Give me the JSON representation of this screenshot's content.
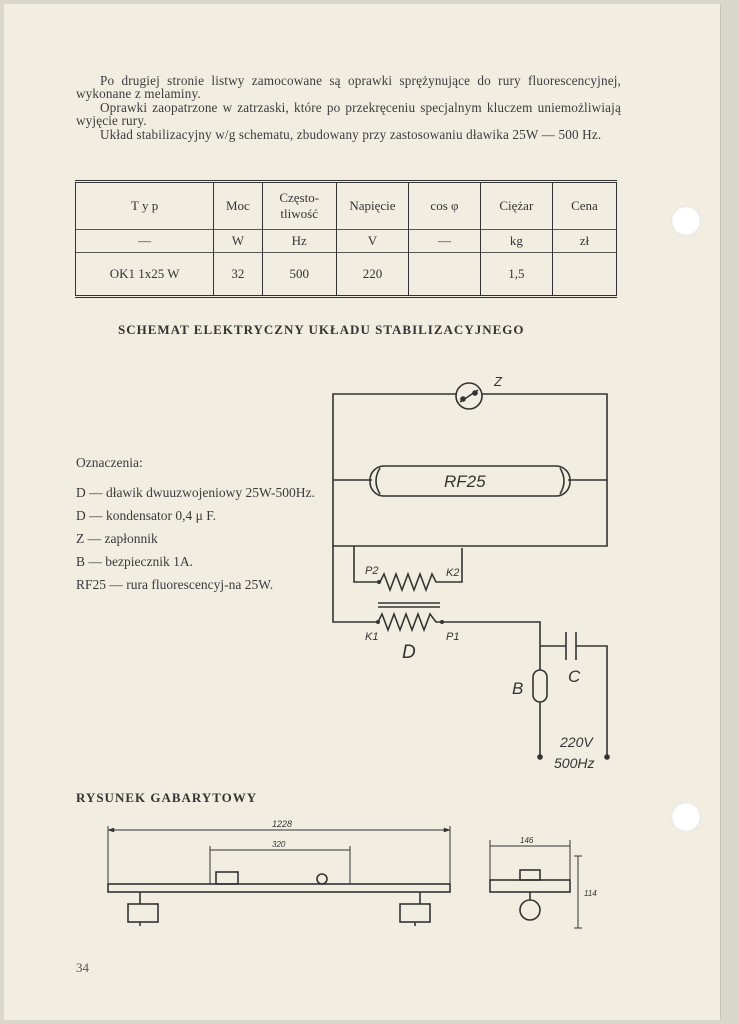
{
  "intro_lines": [
    "Po drugiej stronie listwy zamocowane są oprawki sprężynujące do rury fluorescencyjnej, wykonane z melaminy.",
    "Oprawki zaopatrzone w zatrzaski, które po przekręceniu specjalnym kluczem uniemożliwiają wyjęcie rury.",
    "Układ stabilizacyjny w/g schematu, zbudowany przy zastosowaniu dławika 25W — 500 Hz."
  ],
  "table": {
    "headers": [
      "T y p",
      "Moc",
      "Często-\ntliwość",
      "Napięcie",
      "cos φ",
      "Ciężar",
      "Cena"
    ],
    "units": [
      "—",
      "W",
      "Hz",
      "V",
      "—",
      "kg",
      "zł"
    ],
    "rows": [
      [
        "OK1 1x25 W",
        "32",
        "500",
        "220",
        "",
        "1,5",
        ""
      ]
    ]
  },
  "schematic_title": "SCHEMAT ELEKTRYCZNY UKŁADU STABILIZACYJNEGO",
  "legend": {
    "heading": "Oznaczenia:",
    "items": [
      "D — dławik dwuuzwojeniowy 25W-500Hz.",
      "D — kondensator 0,4 μ F.",
      "Z — zapłonnik",
      "B — bezpiecznik 1A.",
      "RF25 — rura fluorescencyj-na 25W."
    ]
  },
  "diagram_labels": {
    "starter": "Z",
    "tube": "RF25",
    "p2": "P2",
    "k2": "K2",
    "k1": "K1",
    "p1": "P1",
    "choke": "D",
    "capacitor": "C",
    "fuse": "B",
    "supply_voltage": "220V",
    "supply_freq": "500Hz"
  },
  "dimensions_title": "RYSUNEK GABARYTOWY",
  "dimensions": {
    "total_length": "1228",
    "inner_length": "320",
    "width": "146",
    "height": "114"
  },
  "page_number": "34"
}
